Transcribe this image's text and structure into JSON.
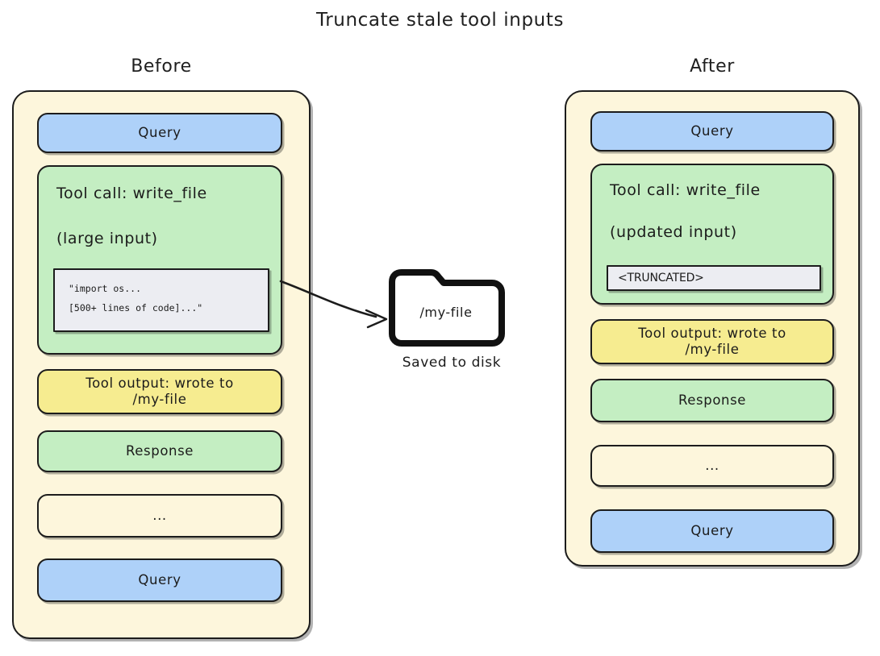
{
  "title": "Truncate stale tool inputs",
  "colors": {
    "query_blue": "#aed1f9",
    "tool_green": "#c4eec2",
    "output_yellow": "#f6ec90",
    "panel_cream": "#fdf6dc",
    "code_gray": "#ecedf2",
    "stroke": "#1c1c1c"
  },
  "before": {
    "heading": "Before",
    "rows": [
      {
        "label": "Query",
        "color": "blue"
      },
      {
        "label": "Tool output: wrote to\n/my-file",
        "color": "yellow"
      },
      {
        "label": "Response",
        "color": "green"
      },
      {
        "label": "...",
        "color": "cream"
      },
      {
        "label": "Query",
        "color": "blue"
      }
    ],
    "tool_call": {
      "line1": "Tool call: write_file",
      "line2": "(large input)",
      "code_line1": "\"import os...",
      "code_line2": "[500+ lines of code]...\""
    }
  },
  "after": {
    "heading": "After",
    "rows": [
      {
        "label": "Query",
        "color": "blue"
      },
      {
        "label": "Tool output: wrote to\n/my-file",
        "color": "yellow"
      },
      {
        "label": "Response",
        "color": "green"
      },
      {
        "label": "...",
        "color": "cream"
      },
      {
        "label": "Query",
        "color": "blue"
      }
    ],
    "tool_call": {
      "line1": "Tool call: write_file",
      "line2": "(updated input)",
      "truncated": "<TRUNCATED>"
    }
  },
  "storage": {
    "file_name": "/my-file",
    "caption": "Saved to disk",
    "icon": "folder-icon"
  }
}
